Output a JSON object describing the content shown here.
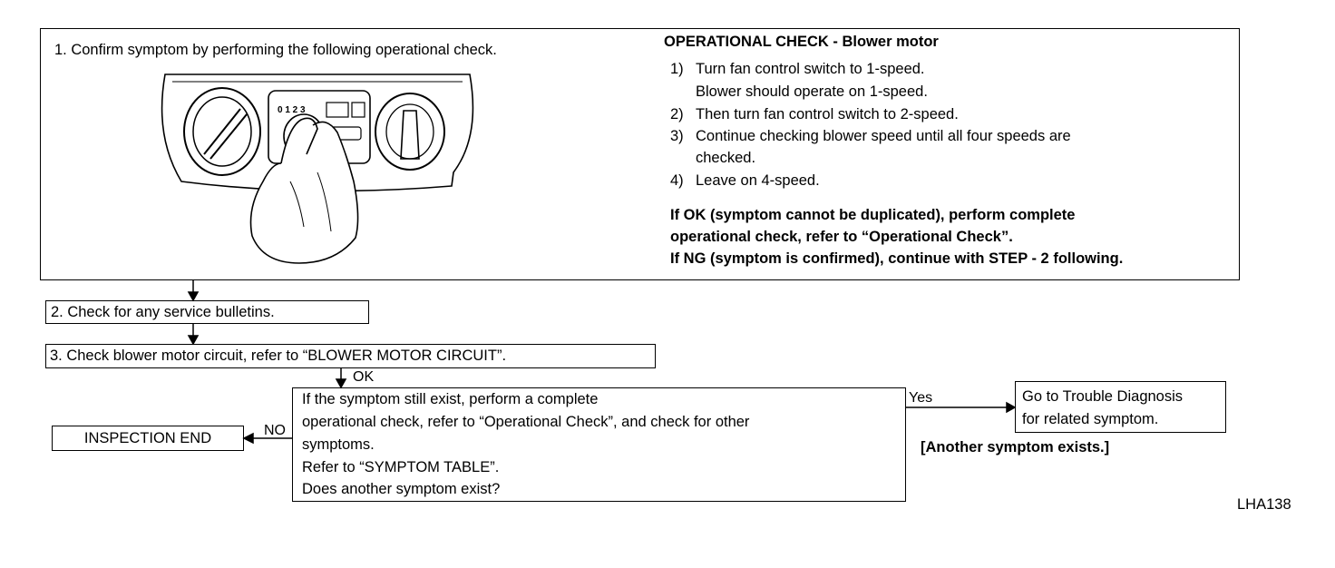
{
  "step1": {
    "heading": "1.  Confirm symptom by performing the following operational check.",
    "op_title": "OPERATIONAL CHECK - Blower motor",
    "op_items": [
      {
        "num": "1)",
        "lines": [
          "Turn fan control switch to 1-speed.",
          "Blower should operate on 1-speed."
        ]
      },
      {
        "num": "2)",
        "lines": [
          "Then turn fan control switch to 2-speed."
        ]
      },
      {
        "num": "3)",
        "lines": [
          "Continue checking blower speed until all four speeds are",
          "checked."
        ]
      },
      {
        "num": "4)",
        "lines": [
          "Leave on 4-speed."
        ]
      }
    ],
    "ok_line1": "If OK (symptom cannot be duplicated), perform complete",
    "ok_line2": "operational check, refer to “Operational Check”.",
    "ng_line": "If NG (symptom is confirmed), continue with STEP - 2 following.",
    "illustration": {
      "icon": "hvac-control-panel-hand-illustration",
      "dial_marks": "0 1 2 3"
    }
  },
  "step2": {
    "text": "2.  Check for any service bulletins."
  },
  "step3": {
    "text": "3.  Check blower motor circuit, refer to “BLOWER MOTOR CIRCUIT”."
  },
  "labels": {
    "ok": "OK",
    "no": "NO",
    "yes": "Yes"
  },
  "decision": {
    "lines": [
      "If the symptom still exist, perform a complete",
      "operational check, refer to “Operational Check”, and check for other",
      "symptoms.",
      "Refer to “SYMPTOM TABLE”.",
      "Does another symptom exist?"
    ]
  },
  "end_box": {
    "text": "INSPECTION END"
  },
  "trouble_box": {
    "lines": [
      "Go to Trouble Diagnosis",
      "for related symptom."
    ]
  },
  "another_symptom": "[Another symptom exists.]",
  "figure_code": "LHA138"
}
